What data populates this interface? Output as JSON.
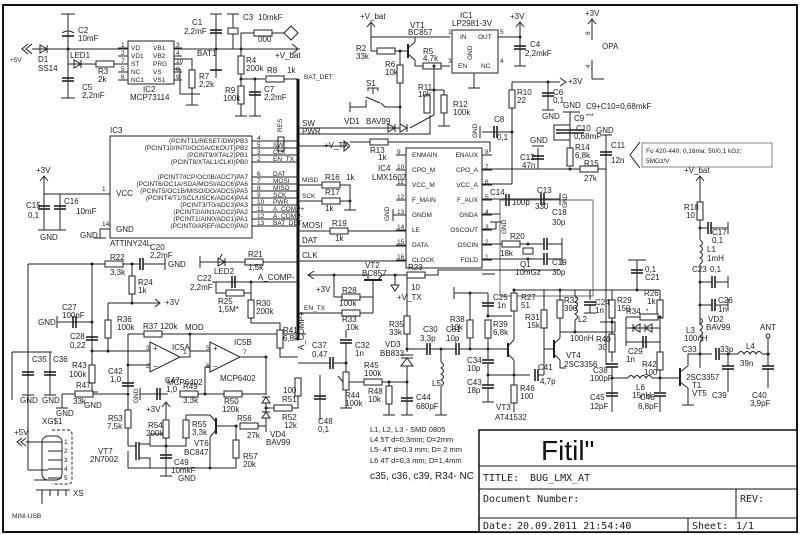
{
  "title_block": {
    "company": "Fitil\"",
    "title_label": "TITLE:",
    "title_value": "BUG_LMX_AT",
    "doc_number_label": "Document Number:",
    "rev_label": "REV:",
    "date_label": "Date:",
    "date_value": "20.09.2011  21:54:40",
    "sheet_label": "Sheet:",
    "sheet_value": "1/1"
  },
  "power": {
    "plus5v": "+5V",
    "vbat": "+V_bat",
    "plus3v": "+3V",
    "vtx": "+V_TX",
    "gnd": "GND",
    "opa": "OPA",
    "opa_pin_top": "8",
    "opa_pin_bottom": "4"
  },
  "charger": {
    "d1": {
      "ref": "D1",
      "value": "SS14"
    },
    "c2": {
      "ref": "C2",
      "value": "10mF"
    },
    "led1": {
      "ref": "LED1"
    },
    "r3": {
      "ref": "R3",
      "value": "2k"
    },
    "c5": {
      "ref": "C5",
      "value": "2,2mF"
    },
    "ic2": {
      "ref": "IC2",
      "value": "MCP73114",
      "left_pins": [
        {
          "n": "1",
          "name": "VD"
        },
        {
          "n": "2",
          "name": "VD1"
        },
        {
          "n": "7",
          "name": "ST"
        },
        {
          "n": "5",
          "name": "NC"
        },
        {
          "n": "6",
          "name": "NC1"
        }
      ],
      "right_pins": [
        {
          "n": "3",
          "name": "VB1"
        },
        {
          "n": "4",
          "name": "VB2"
        },
        {
          "n": "10",
          "name": "PRG"
        },
        {
          "n": "8",
          "name": "VS"
        },
        {
          "n": "9",
          "name": "VS1"
        }
      ]
    },
    "r7": {
      "ref": "R7",
      "value": "2,2k"
    },
    "c1": {
      "ref": "C1",
      "value": "2,2mF"
    },
    "bat1": {
      "ref": "BAT1"
    },
    "c3": {
      "ref": "C3",
      "value": "10mkF"
    },
    "r1": {
      "ref": "R1",
      "value": "000"
    },
    "r4": {
      "ref": "R4",
      "value": "200k"
    },
    "r8": {
      "ref": "R8",
      "value": "1k"
    },
    "r9": {
      "ref": "R9",
      "value": "100k"
    },
    "c7": {
      "ref": "C7",
      "value": "2,2mF"
    },
    "bat_det": "BAT_DET"
  },
  "regulator": {
    "vt1": {
      "ref": "VT1",
      "value": "BC857"
    },
    "r2": {
      "ref": "R2",
      "value": "33k"
    },
    "r5": {
      "ref": "R5",
      "value": "4,7k"
    },
    "r6": {
      "ref": "R6",
      "value": "10k"
    },
    "ic1": {
      "ref": "IC1",
      "value": "LP2981-3V",
      "pins": [
        {
          "n": "1",
          "name": "IN"
        },
        {
          "n": "5",
          "name": "OUT"
        },
        {
          "n": "3",
          "name": "EN"
        },
        {
          "n": "4",
          "name": "NC"
        },
        {
          "n": "2",
          "name": "GND"
        }
      ]
    },
    "c4": {
      "ref": "C4",
      "value": "2,2mkF"
    },
    "s1": {
      "ref": "S1",
      "pins": [
        "1",
        "2",
        "3",
        "4"
      ]
    },
    "vd1": {
      "ref": "VD1",
      "value": "BAV99"
    },
    "r11": {
      "ref": "R11",
      "value": "10k"
    },
    "r12": {
      "ref": "R12",
      "value": "100k"
    },
    "res": "RES",
    "sw": "SW",
    "pwr": "PWR"
  },
  "mcu": {
    "ref": "IC3",
    "value": "ATTINY24L",
    "vcc": {
      "n": "1",
      "name": "VCC"
    },
    "gnd": {
      "n": "14",
      "name": "GND"
    },
    "pins": [
      {
        "n": "4",
        "name": "(PCINT11/RESET/DW)PB3",
        "net": ""
      },
      {
        "n": "5",
        "name": "(PCINT10/INT0/OC0A/CKOUT)PB2",
        "net": "SW"
      },
      {
        "n": "3",
        "name": "(PCINT9/XTAL2)PB1",
        "net": "CLK"
      },
      {
        "n": "2",
        "name": "(PCINT8/XTAL1/CLKI)PB0",
        "net": "EN_TX"
      },
      {
        "n": "6",
        "name": "(PCINT7/ICP/OC0B/ADC7)PA7",
        "net": "DAT"
      },
      {
        "n": "7",
        "name": "(PCINT6/OC1A/SDA/MOSI/ADC6)PA6",
        "net": "MOSI"
      },
      {
        "n": "8",
        "name": "(PCINT5/OC1B/MISO/DO/ADC5)PA5",
        "net": "MISO"
      },
      {
        "n": "9",
        "name": "(PCINT4/T1/SCL/USCK/ADC4)PA4",
        "net": "SCK"
      },
      {
        "n": "10",
        "name": "(PCINT3/T0/ADC3)PA3",
        "net": "PWR"
      },
      {
        "n": "11",
        "name": "(PCINT2/AIN1/ADC2)PA2",
        "net": "A_COMP+"
      },
      {
        "n": "12",
        "name": "(PCINT1/AIN0/ADC1)PA1",
        "net": "A_COMP-"
      },
      {
        "n": "13",
        "name": "(PCINT0/AREF/ADC0)PA0",
        "net": "BAT_DET"
      }
    ],
    "c15": {
      "ref": "C15",
      "value": "0,1"
    },
    "c16": {
      "ref": "C16",
      "value": "10mF"
    }
  },
  "pll": {
    "ref": "IC4",
    "value": "LMX1602",
    "left_pins": [
      {
        "n": "9",
        "name": "ENMAIN"
      },
      {
        "n": "10",
        "name": "CPO_M"
      },
      {
        "n": "11",
        "name": "VCC_M"
      },
      {
        "n": "12",
        "name": "F_MAIN"
      },
      {
        "n": "13",
        "name": "GNDM"
      },
      {
        "n": "14",
        "name": "LE"
      },
      {
        "n": "15",
        "name": "DATA"
      },
      {
        "n": "16",
        "name": "CLOCK"
      }
    ],
    "right_pins": [
      {
        "n": "8",
        "name": "ENAUX"
      },
      {
        "n": "7",
        "name": "CPO_A"
      },
      {
        "n": "6",
        "name": "VCC_A"
      },
      {
        "n": "5",
        "name": "F_AUX"
      },
      {
        "n": "4",
        "name": "GNDA"
      },
      {
        "n": "3",
        "name": "OSCOUT"
      },
      {
        "n": "2",
        "name": "OSCIN"
      },
      {
        "n": "1",
        "name": "FOLD"
      }
    ],
    "r13": {
      "ref": "R13",
      "value": "1k"
    },
    "r16": {
      "ref": "R16",
      "value": "1k"
    },
    "r17": {
      "ref": "R17",
      "value": "1k"
    },
    "r19": {
      "ref": "R19",
      "value": "1k"
    },
    "misd": "MISD",
    "sck": "SCK",
    "mosi": "MOSI",
    "dat": "DAT",
    "clk": "CLK",
    "r10": {
      "ref": "R10",
      "value": "22"
    },
    "c6": {
      "ref": "C6",
      "value": "0,1"
    },
    "c8": {
      "ref": "C8",
      "value": "0,1"
    },
    "c9": {
      "ref": "C9",
      "value": "***"
    },
    "c10": {
      "ref": "C10",
      "value": "0,68mF"
    },
    "c9c10_note": "C9+C10=0,68mkF",
    "c12": {
      "ref": "C12",
      "value": "47n"
    },
    "c13": {
      "ref": "C13",
      "value": "330"
    },
    "c14": {
      "ref": "C14",
      "value": "100p"
    },
    "r14": {
      "ref": "R14",
      "value": "6,8k"
    },
    "r15": {
      "ref": "R15",
      "value": "27k"
    },
    "c11": {
      "ref": "C11",
      "value": "12n"
    },
    "callout": "Fo 420-440; 0,16ma; 50/0,1 kGz; 5MGz/V",
    "r20": {
      "ref": "R20",
      "value": "18k"
    },
    "q1": {
      "ref": "Q1",
      "value": "10mGz"
    },
    "c18": {
      "ref": "C18",
      "value": "30p"
    },
    "c19": {
      "ref": "C19",
      "value": "30p"
    }
  },
  "analog": {
    "c20": {
      "ref": "C20",
      "value": "2,2mF"
    },
    "r22": {
      "ref": "R22",
      "value": "3,3k"
    },
    "r24": {
      "ref": "R24",
      "value": "1k"
    },
    "c27": {
      "ref": "C27",
      "value": "100pF"
    },
    "c28": {
      "ref": "C28",
      "value": "0,22"
    },
    "r36": {
      "ref": "R36",
      "value": "100k"
    },
    "r37": {
      "ref": "R37",
      "value": "120k"
    },
    "mod": "MOD",
    "ic5a": {
      "ref": "IC5A",
      "value": "MCP6402",
      "pins": [
        "3",
        "2",
        "1"
      ]
    },
    "ic5b": {
      "ref": "IC5B",
      "value": "MCP6402",
      "pins": [
        "5",
        "6",
        "7"
      ]
    },
    "c35": {
      "ref": "C35"
    },
    "c36": {
      "ref": "C36"
    },
    "r43": {
      "ref": "R43",
      "value": "100k"
    },
    "c42": {
      "ref": "C42",
      "value": "1,0"
    },
    "r47": {
      "ref": "R47",
      "value": "33k"
    },
    "c47": {
      "ref": "C47",
      "value": "1,0"
    },
    "r49": {
      "ref": "R49",
      "value": "3,3k"
    },
    "r50": {
      "ref": "R50",
      "value": "120k"
    },
    "r53": {
      "ref": "R53",
      "value": "7,5k"
    },
    "r54": {
      "ref": "R54",
      "value": "200k"
    },
    "r55": {
      "ref": "R55",
      "value": "3,3k"
    },
    "vt6": {
      "ref": "VT6",
      "value": "BC847"
    },
    "vt7": {
      "ref": "VT7",
      "value": "2N7002"
    },
    "c49": {
      "ref": "C49",
      "value": "10mkF"
    },
    "r56": {
      "ref": "R56",
      "value": "27k"
    },
    "r57": {
      "ref": "R57",
      "value": "20k"
    },
    "vd4": {
      "ref": "VD4",
      "value": "BAV99"
    },
    "r51": {
      "ref": "R51",
      "value": "100"
    },
    "r52": {
      "ref": "R52",
      "value": "12k"
    },
    "led2": {
      "ref": "LED2"
    },
    "r21": {
      "ref": "R21",
      "value": "1,5k"
    },
    "c22": {
      "ref": "C22",
      "value": "2,2mF"
    },
    "r25": {
      "ref": "R25",
      "value": "1,5M*"
    },
    "r30": {
      "ref": "R30",
      "value": "200k"
    },
    "r41": {
      "ref": "R41",
      "value": "6,8k"
    },
    "a_comp_minus": "A_COMP-",
    "a_comp_plus": "A_COMP+"
  },
  "usb": {
    "ref": "XG$1",
    "xs": "XS",
    "label": "MINI-USB",
    "pins": [
      "1",
      "2",
      "3",
      "4",
      "5"
    ]
  },
  "rf": {
    "vt2": {
      "ref": "VT2",
      "value": "BC857"
    },
    "r23": {
      "ref": "R23",
      "value": "10"
    },
    "r28": {
      "ref": "R28",
      "value": "100k"
    },
    "r33": {
      "ref": "R33",
      "value": "10k"
    },
    "en_tx": "EN_TX",
    "c37": {
      "ref": "C37",
      "value": "0,47"
    },
    "c32": {
      "ref": "C32",
      "value": "1n"
    },
    "r44": {
      "ref": "R44",
      "value": "100k"
    },
    "r45": {
      "ref": "R45",
      "value": "100k"
    },
    "r48": {
      "ref": "R48",
      "value": "10k"
    },
    "c48": {
      "ref": "C48",
      "value": "0,1"
    },
    "r35": {
      "ref": "R35",
      "value": "33k"
    },
    "vd3": {
      "ref": "VD3",
      "value": "BB833"
    },
    "c44": {
      "ref": "C44",
      "value": "680pF"
    },
    "c30": {
      "ref": "C30",
      "value": "3,3p"
    },
    "c31": {
      "ref": "C31",
      "value": "10p"
    },
    "l5": {
      "ref": "L5"
    },
    "r38": {
      "ref": "R38",
      "value": "10k"
    },
    "c25": {
      "ref": "C25",
      "value": "1n"
    },
    "r39": {
      "ref": "R39",
      "value": "6,8k"
    },
    "r27": {
      "ref": "R27",
      "value": "51"
    },
    "r31": {
      "ref": "R31",
      "value": "15k"
    },
    "c34": {
      "ref": "C34",
      "value": "10p"
    },
    "c43": {
      "ref": "C43",
      "value": "18p"
    },
    "vt3": {
      "ref": "VT3",
      "value": "AT41532"
    },
    "c41": {
      "ref": "C41",
      "value": "4,7p"
    },
    "r46": {
      "ref": "R46",
      "value": "100"
    },
    "r32": {
      "ref": "R32",
      "value": "390"
    },
    "l2": {
      "ref": "L2",
      "value": "100nH"
    },
    "c24": {
      "ref": "C24",
      "value": "1n"
    },
    "vt4": {
      "ref": "VT4",
      "value": "2SC3356"
    },
    "r29": {
      "ref": "R29",
      "value": "150"
    },
    "r40": {
      "ref": "R40",
      "value": "30"
    },
    "c38": {
      "ref": "C38",
      "value": "100pF"
    },
    "c45": {
      "ref": "C45",
      "value": "12pF"
    },
    "c21": {
      "ref": "C21",
      "value": "0,1"
    },
    "r26": {
      "ref": "R26",
      "value": "1k"
    },
    "r34": {
      "ref": "R34",
      "value": "*"
    },
    "c29": {
      "ref": "C29",
      "value": "1n"
    },
    "r42": {
      "ref": "R42",
      "value": "100"
    },
    "l6": {
      "ref": "L6",
      "value": "15nH"
    },
    "c46": {
      "ref": "C46",
      "value": "6,8pF"
    },
    "t1": {
      "ref": "T1",
      "value": "2SC3357",
      "alt": "VT5"
    },
    "r18": {
      "ref": "R18",
      "value": "10"
    },
    "c17": {
      "ref": "C17",
      "value": "0,1"
    },
    "l1": {
      "ref": "L1",
      "value": "1mH"
    },
    "c23": {
      "ref": "C23",
      "value": "0,1"
    },
    "c26": {
      "ref": "C26",
      "value": "1n"
    },
    "l3": {
      "ref": "L3",
      "value": "100nH"
    },
    "vd2": {
      "ref": "VD2",
      "value": "BAV99"
    },
    "c33": {
      "ref": "C33",
      "value": "33p"
    },
    "l4": {
      "ref": "L4",
      "value": "39n"
    },
    "c39": {
      "ref": "C39"
    },
    "c40": {
      "ref": "C40",
      "value": "3,9pF"
    },
    "ant": "ANT"
  },
  "notes": [
    "L1, L2, L3 - SMD 0805",
    "L4   5T  d=0,3mm;  D=2mm",
    "L5- 4T  d=0.3 mm; D= 2 mm",
    "L6  4T   d=0,3 mm; D=1,4mm"
  ],
  "nc_note": "c35, c36, c39, R34- NC"
}
